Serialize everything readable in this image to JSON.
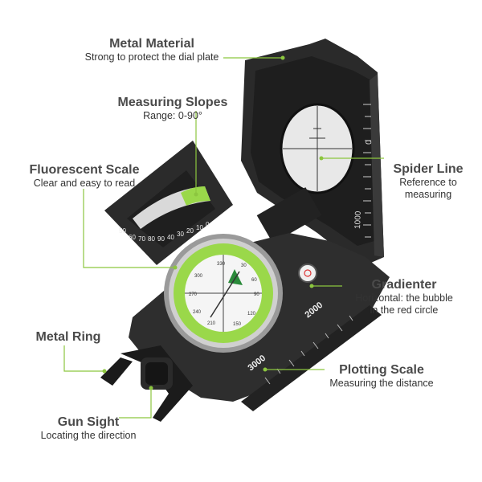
{
  "colors": {
    "accent": "#8cc63f",
    "body": "#2e2e2e",
    "dark": "#1b1b1b",
    "dial_green": "#9ad84a"
  },
  "labels": {
    "metal_material": {
      "title": "Metal Material",
      "sub": "Strong to protect the dial plate"
    },
    "measuring_slopes": {
      "title": "Measuring Slopes",
      "sub": "Range: 0-90°"
    },
    "fluorescent_scale": {
      "title": "Fluorescent Scale",
      "sub": "Clear and easy to read"
    },
    "spider_line": {
      "title": "Spider Line",
      "sub1": "Reference to",
      "sub2": "measuring"
    },
    "gradienter": {
      "title": "Gradienter",
      "sub1": "Horizontal: the bubble",
      "sub2": "in the red circle"
    },
    "metal_ring": {
      "title": "Metal Ring"
    },
    "plotting_scale": {
      "title": "Plotting Scale",
      "sub": "Measuring the distance"
    },
    "gun_sight": {
      "title": "Gun Sight",
      "sub": "Locating the direction"
    }
  },
  "device": {
    "lid_scale": [
      "0",
      "1000"
    ],
    "plot_scale": [
      "2000",
      "3000"
    ],
    "clino_scale": [
      "50",
      "60",
      "70",
      "80",
      "90",
      "40",
      "30",
      "20",
      "10",
      "0"
    ],
    "dial_numbers": [
      "330",
      "30",
      "60",
      "90",
      "120",
      "150",
      "210",
      "240",
      "270",
      "300"
    ]
  }
}
